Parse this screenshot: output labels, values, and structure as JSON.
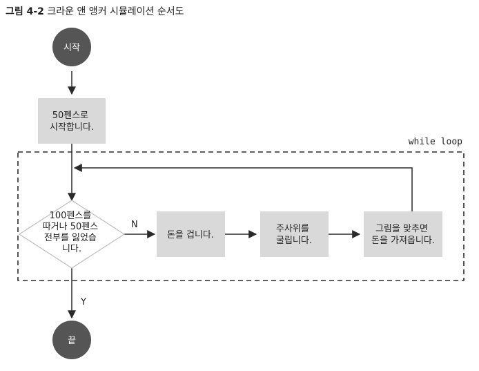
{
  "caption": {
    "number": "그림 4-2",
    "title": "크라운 앤 앵커 시뮬레이션 순서도"
  },
  "loop_label": "while loop",
  "nodes": {
    "start": "시작",
    "init": [
      "50펜스로",
      "시작합니다."
    ],
    "decision": [
      "100펜스를",
      "따거나 50펜스",
      "전부를 잃었습",
      "니다."
    ],
    "bet": [
      "돈을 겁니다."
    ],
    "roll": [
      "주사위를",
      "굴립니다."
    ],
    "collect": [
      "그림을 맞추면",
      "돈을 가져옵니다."
    ],
    "end": "끝"
  },
  "edges": {
    "no_label": "N",
    "yes_label": "Y"
  },
  "colors": {
    "terminal": "#555555",
    "process": "#d9d9d9",
    "line": "#2a2a2a",
    "decision_border": "#bdbdbd"
  }
}
